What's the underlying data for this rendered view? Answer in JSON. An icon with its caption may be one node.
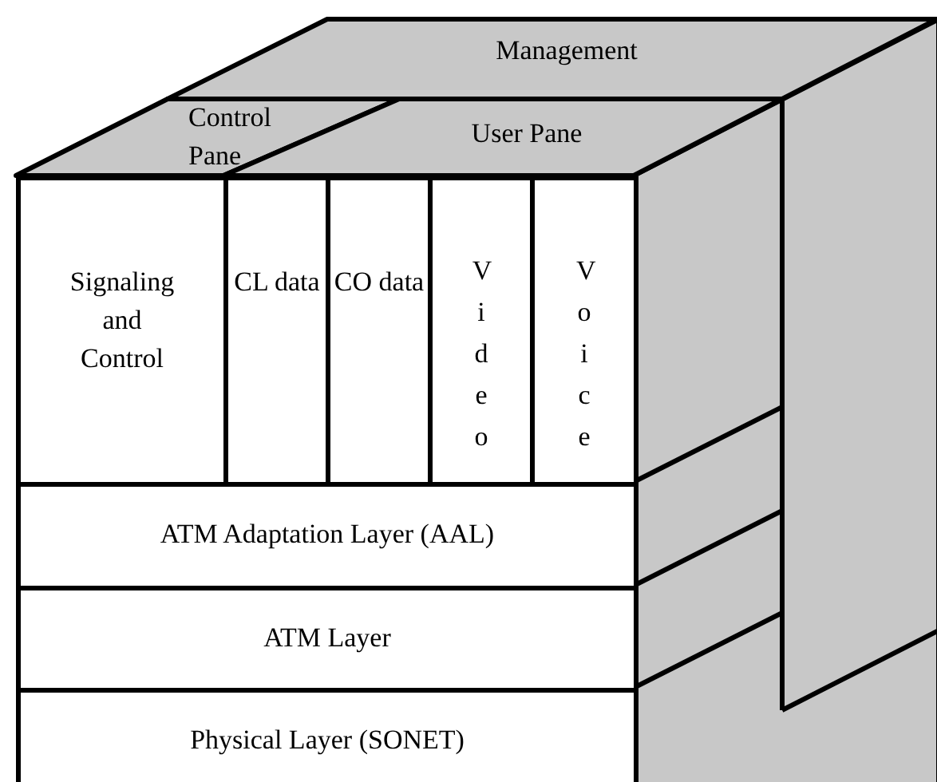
{
  "diagram": {
    "nodes": [
      {
        "text": [
          "Management"
        ]
      },
      {
        "text": [
          "Control Pane"
        ]
      },
      {
        "text": [
          "User Pane"
        ]
      },
      {
        "text": [
          "Signaling and Control"
        ]
      },
      {
        "text": [
          "CL data"
        ]
      },
      {
        "text": [
          "CO data"
        ]
      },
      {
        "text": [
          "Video"
        ]
      },
      {
        "text": [
          "Voice"
        ]
      },
      {
        "text": [
          "ATM Adaptation Layer (AAL)"
        ]
      },
      {
        "text": [
          "ATM Layer"
        ]
      },
      {
        "text": [
          "Physical Layer (SONET)"
        ]
      }
    ]
  }
}
